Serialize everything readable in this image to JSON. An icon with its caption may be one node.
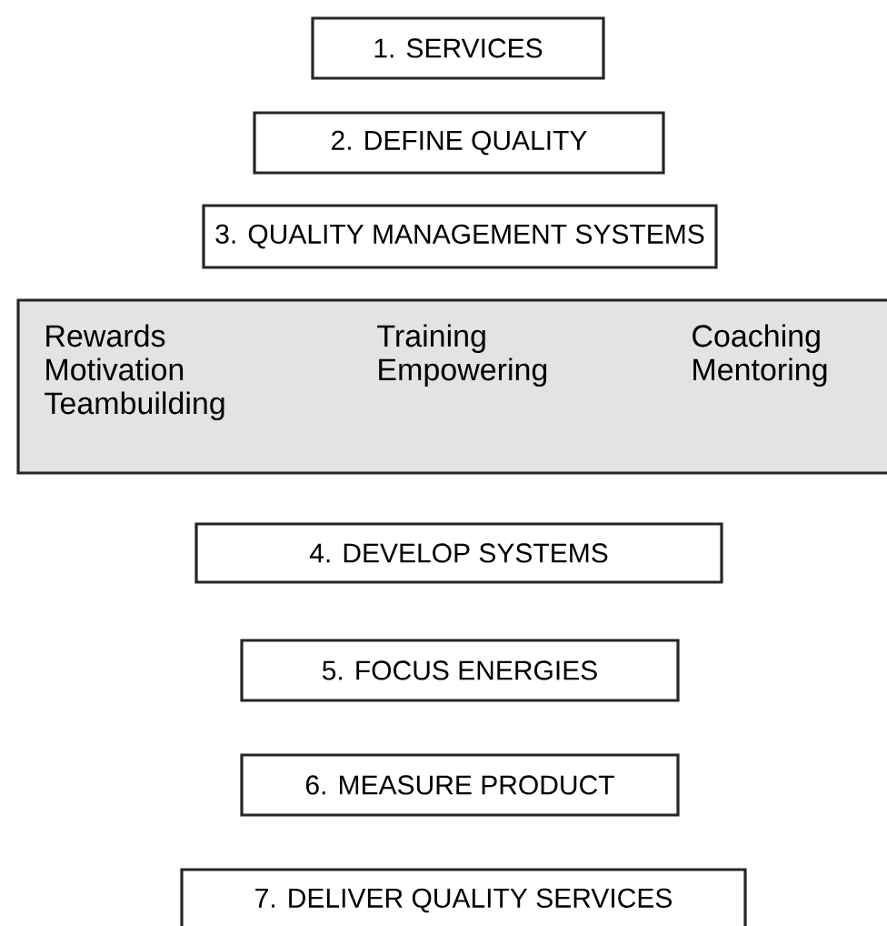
{
  "diagram": {
    "nodes": [
      {
        "text": [
          "1. SERVICES"
        ]
      },
      {
        "text": [
          "2. DEFINE QUALITY"
        ]
      },
      {
        "text": [
          "3. QUALITY MANAGEMENT SYSTEMS"
        ]
      },
      {
        "text": [
          "Rewards Motivation Teambuilding",
          "Training Empowering",
          "Coaching Mentoring"
        ]
      },
      {
        "text": [
          "4. DEVELOP SYSTEMS"
        ]
      },
      {
        "text": [
          "5. FOCUS ENERGIES"
        ]
      },
      {
        "text": [
          "6. MEASURE PRODUCT"
        ]
      },
      {
        "text": [
          "7. DELIVER QUALITY SERVICES"
        ]
      }
    ]
  }
}
